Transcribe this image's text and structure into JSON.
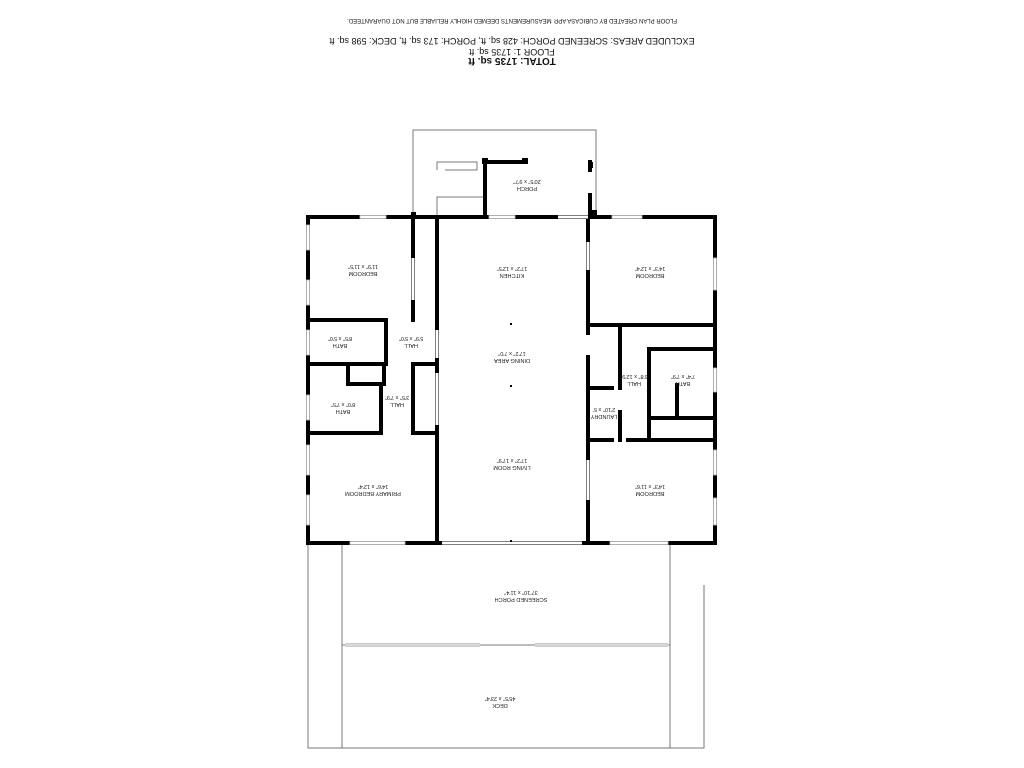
{
  "header": {
    "total": "TOTAL: 1735 sq. ft",
    "floor": "FLOOR 1: 1735 sq. ft",
    "excluded": "EXCLUDED AREAS: SCREENED PORCH: 428 sq. ft, PORCH: 173 sq. ft, DECK: 598 sq. ft",
    "disclaimer": "FLOOR PLAN CREATED BY CUBICASA APP. MEASUREMENTS DEEMED HIGHLY RELIABLE BUT NOT GUARANTEED."
  },
  "rooms": {
    "porch": {
      "name": "PORCH",
      "dims": "20'5\" x 9'7\""
    },
    "bedroom_nw": {
      "name": "BEDROOM",
      "dims": "11'9\" x 11'5\""
    },
    "kitchen": {
      "name": "KITCHEN",
      "dims": "17'2\" x 12'5\""
    },
    "bedroom_ne": {
      "name": "BEDROOM",
      "dims": "14'3\" x 12'4\""
    },
    "bath_w1": {
      "name": "BATH",
      "dims": "8'5\" x 5'0\""
    },
    "hall_w1": {
      "name": "HALL",
      "dims": "5'9\" x 5'0\""
    },
    "dining": {
      "name": "DINING AREA",
      "dims": "17'2\" x 7'0\""
    },
    "hall_e": {
      "name": "HALL",
      "dims": "6'8\" x 12'9\""
    },
    "bath_e": {
      "name": "BATH",
      "dims": "7'4\" x 7'9\""
    },
    "bath_w2": {
      "name": "BATH",
      "dims": "8'0\" x 7'5\""
    },
    "hall_w2": {
      "name": "HALL",
      "dims": "3'5\" x 7'9\""
    },
    "laundry": {
      "name": "LAUNDRY",
      "dims": "2'10\" x 5'"
    },
    "living": {
      "name": "LIVING ROOM",
      "dims": "17'2\" x 17'9\""
    },
    "primary": {
      "name": "PRIMARY BEDROOM",
      "dims": "14'6\" x 12'4\""
    },
    "bedroom_se": {
      "name": "BEDROOM",
      "dims": "14'3\" x 11'6\""
    },
    "screened_porch": {
      "name": "SCREENED PORCH",
      "dims": "37'10\" x 11'4\""
    },
    "deck": {
      "name": "DECK",
      "dims": "45'5\" x 23'4\""
    }
  },
  "colors": {
    "wall": "#000000",
    "thin": "#7a7a7a",
    "window": "#c8c8c8",
    "background": "#ffffff"
  }
}
